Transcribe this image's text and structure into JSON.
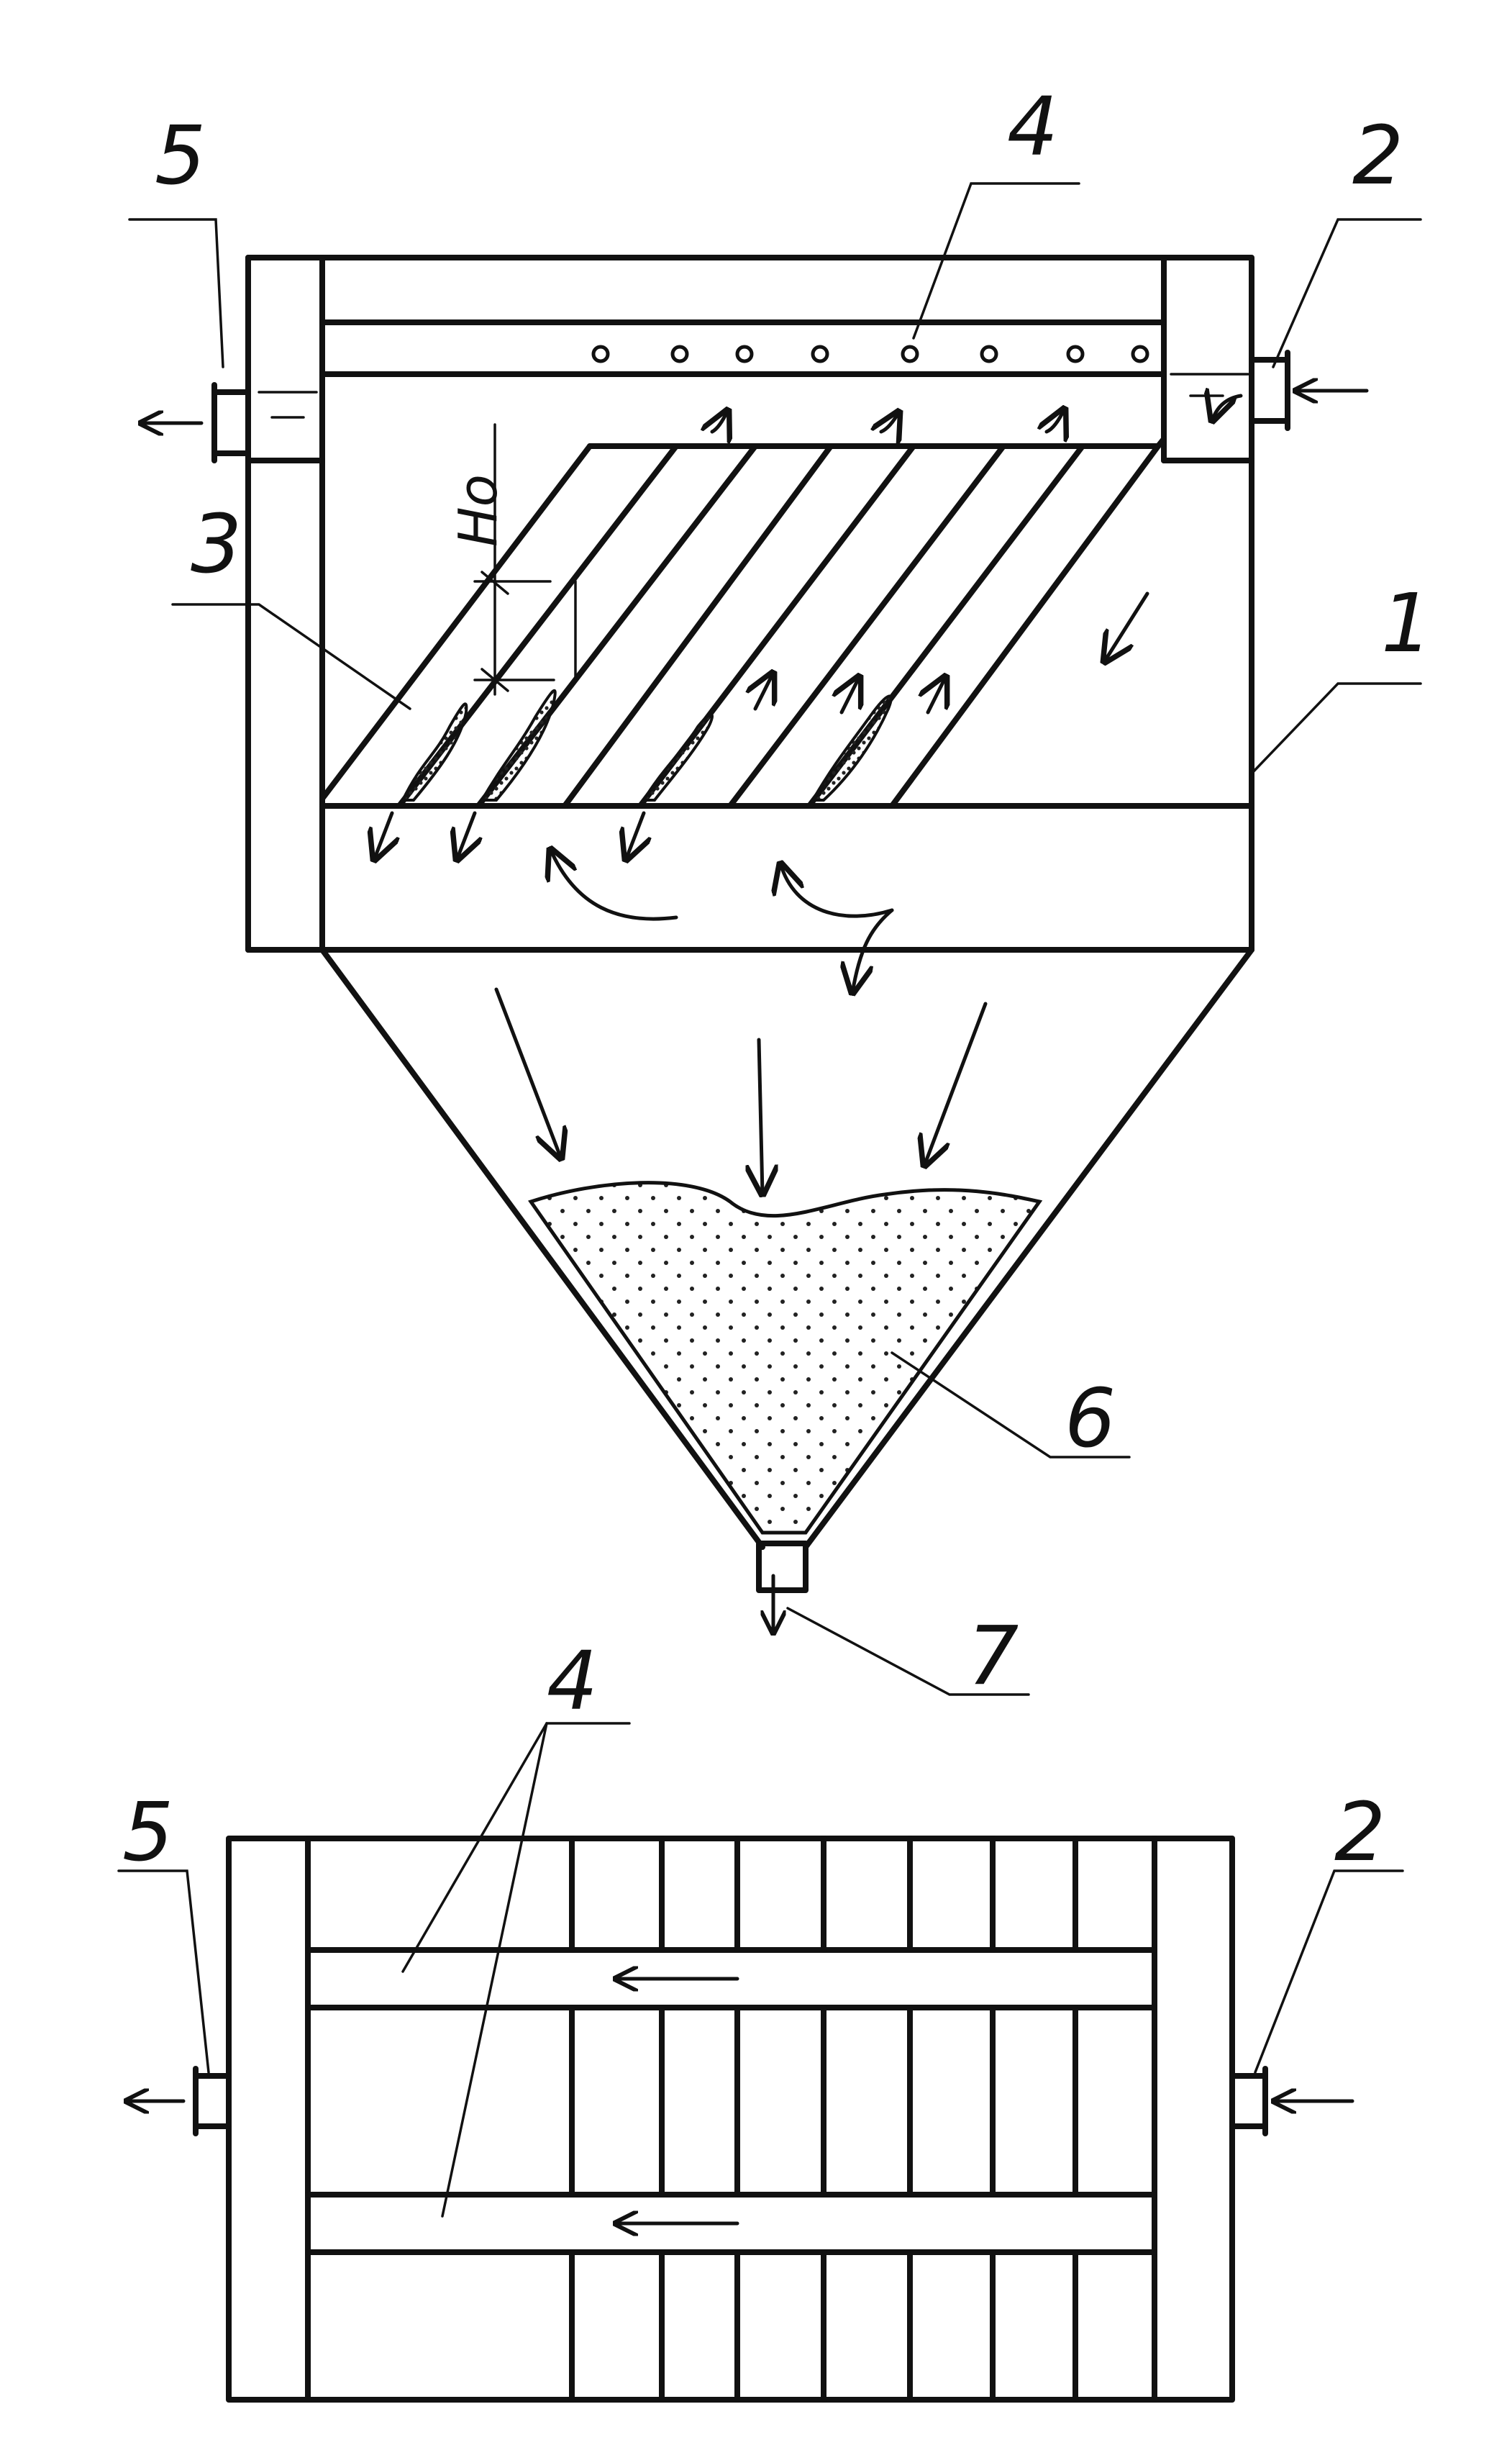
{
  "figure": "Settling tank with inclined lamella plates — elevation section and plan view",
  "labels": {
    "tank_body": "1",
    "inlet": "2",
    "plate_pack": "3",
    "collection_trough": "4",
    "outlet": "5",
    "sediment": "6",
    "drain": "7",
    "plate_spacing": "Ho"
  }
}
